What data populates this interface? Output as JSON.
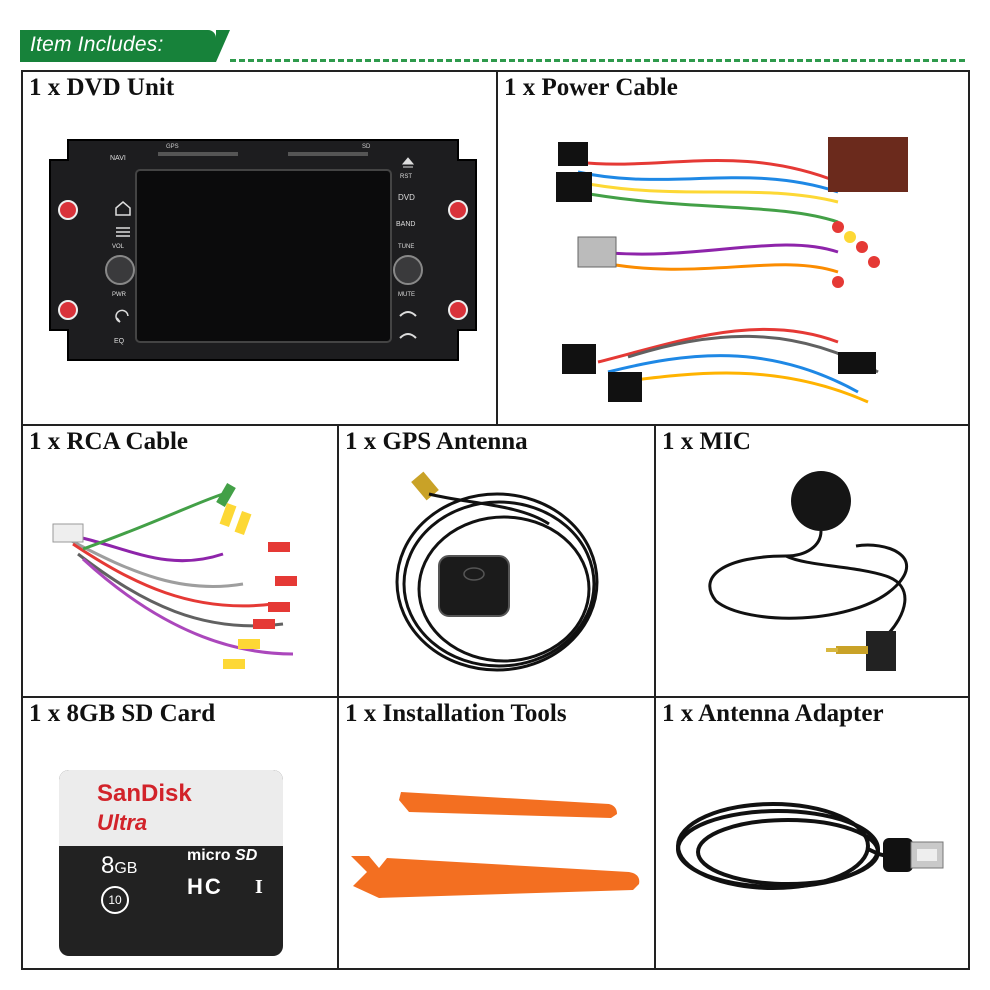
{
  "banner": {
    "label": "Item Includes:"
  },
  "items": [
    {
      "title": "1 x  DVD Unit"
    },
    {
      "title": "1 x Power Cable"
    },
    {
      "title": "1 x RCA Cable"
    },
    {
      "title": "1 x GPS Antenna"
    },
    {
      "title": "1 x MIC"
    },
    {
      "title": "1 x 8GB SD Card"
    },
    {
      "title": "1 x Installation Tools"
    },
    {
      "title": "1 x Antenna Adapter"
    }
  ],
  "dvd_unit": {
    "labels": {
      "navi": "NAVI",
      "gps": "GPS",
      "sd": "SD",
      "rst": "RST",
      "dvd": "DVD",
      "band": "BAND",
      "tune": "TUNE",
      "vol": "VOL",
      "pwr": "PWR",
      "mute": "MUTE",
      "eq": "EQ"
    }
  },
  "sd_card": {
    "brand": "SanDisk",
    "line": "Ultra",
    "capacity": "8",
    "unit": "GB",
    "micro": "micro",
    "sd": "SD",
    "hc": "HC",
    "class_mark": "I",
    "speed_class": "10"
  },
  "colors": {
    "banner_green": "#17823a",
    "sandisk_red": "#d2232a",
    "tool_orange": "#f36f21"
  },
  "icons": [
    "home-icon",
    "menu-icon",
    "back-icon",
    "phone-icon",
    "eject-icon"
  ]
}
